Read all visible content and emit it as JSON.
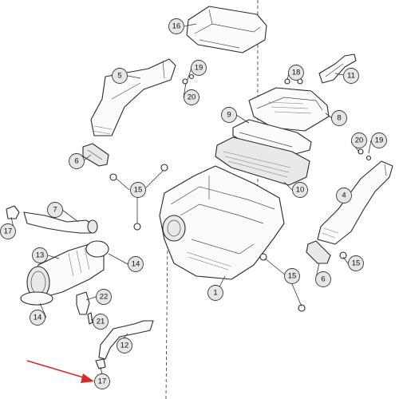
{
  "callouts": [
    {
      "label": "16"
    },
    {
      "label": "19"
    },
    {
      "label": "20"
    },
    {
      "label": "18"
    },
    {
      "label": "5"
    },
    {
      "label": "11"
    },
    {
      "label": "9"
    },
    {
      "label": "8"
    },
    {
      "label": "20"
    },
    {
      "label": "19"
    },
    {
      "label": "6"
    },
    {
      "label": "15"
    },
    {
      "label": "10"
    },
    {
      "label": "4"
    },
    {
      "label": "7"
    },
    {
      "label": "17"
    },
    {
      "label": "13"
    },
    {
      "label": "14"
    },
    {
      "label": "15"
    },
    {
      "label": "6"
    },
    {
      "label": "15"
    },
    {
      "label": "1"
    },
    {
      "label": "22"
    },
    {
      "label": "14"
    },
    {
      "label": "21"
    },
    {
      "label": "12"
    },
    {
      "label": "17"
    }
  ],
  "colors": {
    "line": "#2a2a2a",
    "callout_fill": "#e6e6e6",
    "arrow": "#d42b2b"
  }
}
